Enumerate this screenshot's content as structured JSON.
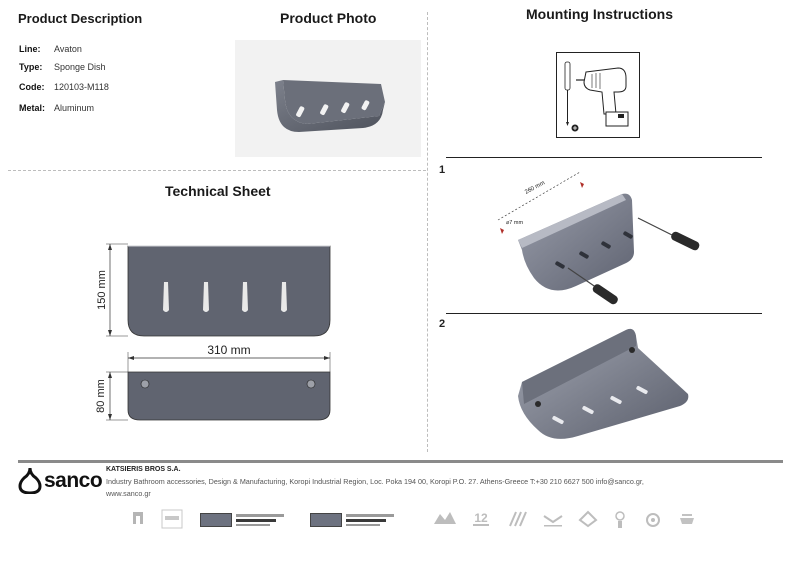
{
  "sections": {
    "description": "Product Description",
    "photo": "Product Photo",
    "mounting": "Mounting Instructions",
    "technical": "Technical Sheet"
  },
  "specs": [
    {
      "key": "Line:",
      "value": "Avaton"
    },
    {
      "key": "Type:",
      "value": "Sponge Dish"
    },
    {
      "key": "Code:",
      "value": "120103-M118"
    },
    {
      "key": "Metal:",
      "value": "Aluminum"
    }
  ],
  "technical": {
    "depth": "150 mm",
    "width": "310 mm",
    "height": "80 mm"
  },
  "mounting": {
    "step1": "1",
    "step2": "2",
    "distance": "260 mm",
    "drill": "⌀7 mm"
  },
  "footer": {
    "logo": "sanco",
    "company": "KATSIERIS BROS S.A.",
    "address": "Industry Bathroom accessories, Design & Manufacturing, Koropi Industrial Region, Loc. Poka 194 00, Koropi P.O. 27. Athens-Greece   T:+30 210 6627 500 info@sanco.gr,",
    "website": "www.sanco.gr"
  },
  "colors": {
    "metal": "#5f6370",
    "metal_light": "#8a8e9a",
    "footer_bar": "#8a8a8a"
  }
}
